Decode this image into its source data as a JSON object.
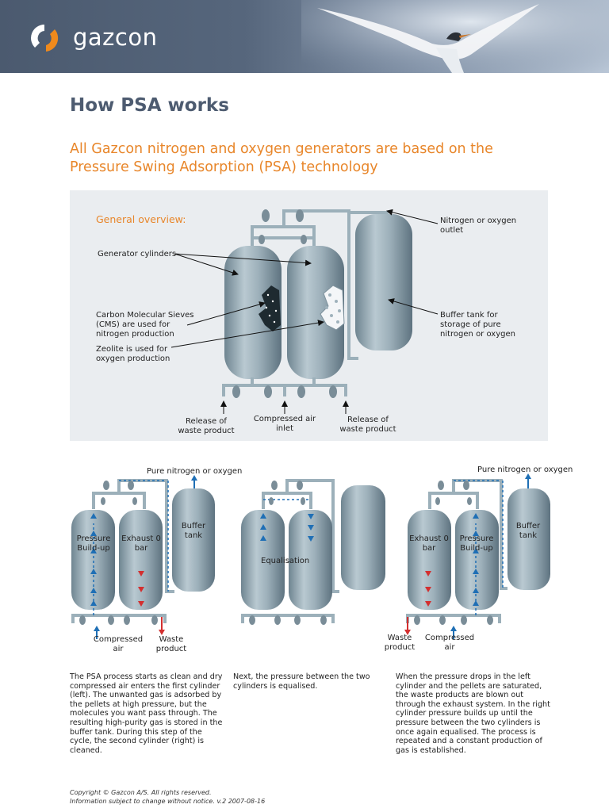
{
  "header": {
    "brand": "gazcon"
  },
  "title": "How PSA works",
  "intro": "All Gazcon nitrogen and oxygen generators are based on the Pressure Swing Adsorption (PSA) technology",
  "overview": {
    "heading": "General overview:",
    "label_generator": "Generator cylinders",
    "label_cms": "Carbon Molecular Sieves (CMS) are used for nitrogen production",
    "label_zeolite": "Zeolite is used for oxygen production",
    "label_outlet": "Nitrogen or oxygen outlet",
    "label_buffer": "Buffer tank for storage of pure nitrogen or oxygen",
    "label_release_left": "Release of waste product",
    "label_air": "Compressed air inlet",
    "label_release_right": "Release of waste product"
  },
  "steps": [
    {
      "top_label": "Pure nitrogen or oxygen",
      "left_cyl": "Pressure Build-up",
      "right_cyl": "Exhaust 0 bar",
      "buffer": "Buffer tank",
      "bottom_left": "Compressed air",
      "bottom_right": "Waste product",
      "text": "The PSA process starts as clean and dry compressed air enters the first cylinder (left). The unwanted gas is adsorbed by the pellets at high pressure, but the molecules you want pass through. The resulting high-purity gas is stored in the buffer tank. During this step of the cycle, the second cylinder (right) is cleaned."
    },
    {
      "middle_label": "Equalisation",
      "text": "Next, the pressure between the two cylinders is equalised."
    },
    {
      "top_label": "Pure nitrogen or oxygen",
      "left_cyl": "Exhaust 0 bar",
      "right_cyl": "Pressure Build-up",
      "buffer": "Buffer tank",
      "bottom_left": "Waste product",
      "bottom_right": "Compressed air",
      "text": "When the pressure drops in the left cylinder and the pellets are saturated, the waste products are blown out through the exhaust system. In the right cylinder pressure builds up until the pressure between the two cylinders is once again equalised. The process is repeated and a constant production of gas is established."
    }
  ],
  "footer": {
    "line1": "Copyright © Gazcon A/S. All rights reserved.",
    "line2": "Information subject to change without notice. v.2 2007-08-16"
  },
  "colors": {
    "accent": "#e8862a",
    "title": "#4d5b70",
    "cylinder": "#8ea3ae",
    "flow_blue": "#1f6fb5",
    "flow_red": "#d32f2f"
  }
}
